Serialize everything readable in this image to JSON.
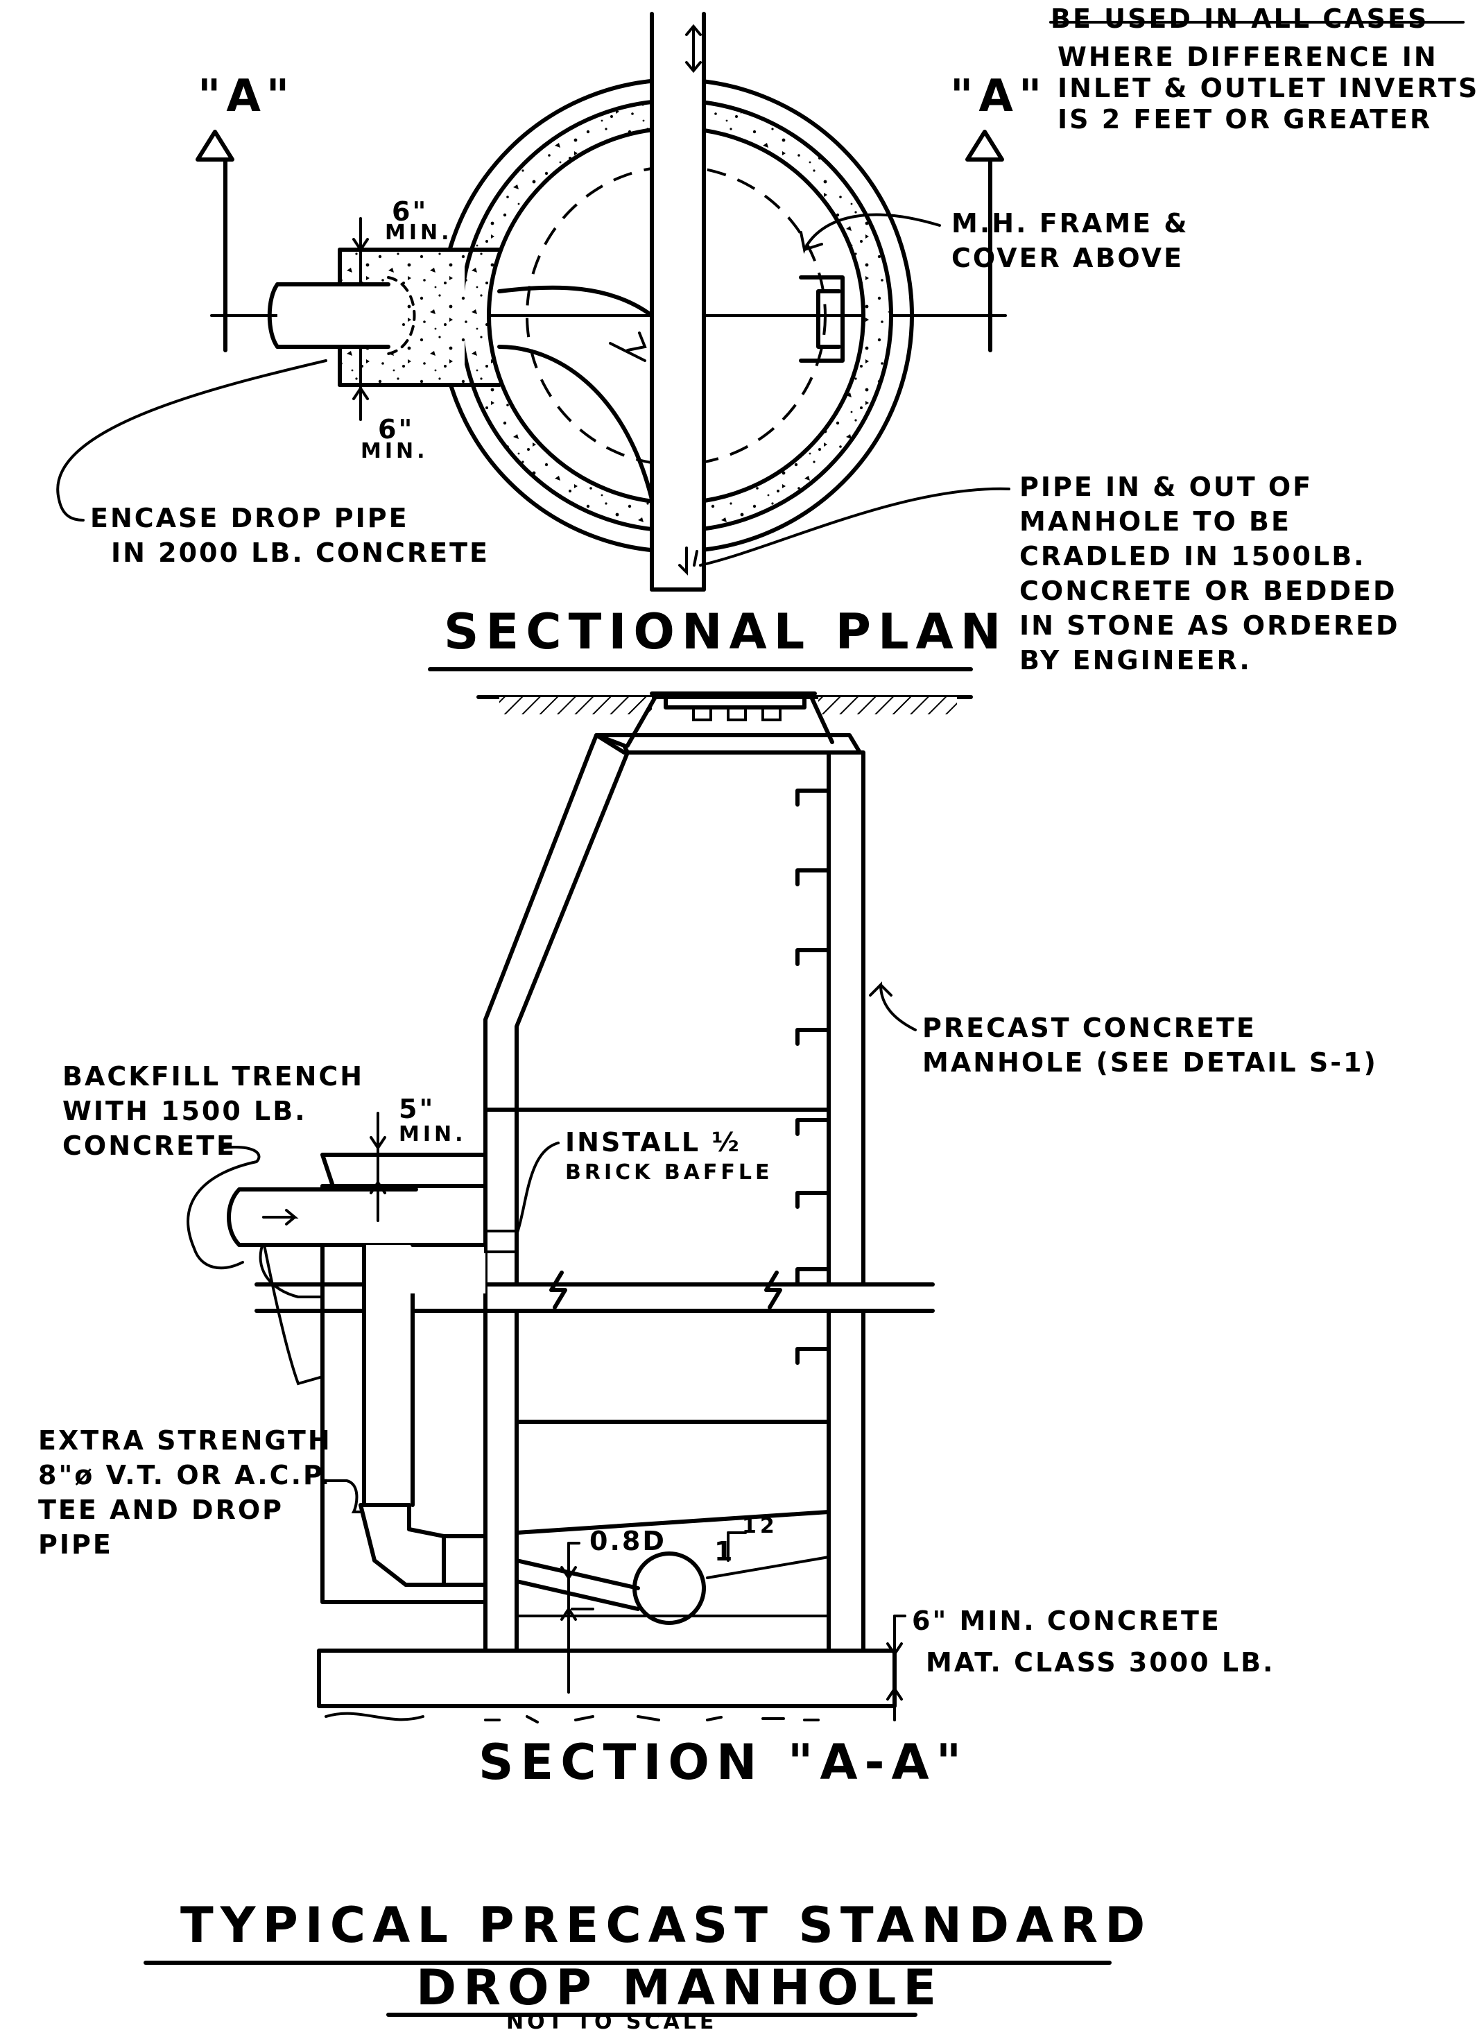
{
  "top_note": [
    "BE USED IN ALL CASES",
    "WHERE DIFFERENCE IN",
    "INLET & OUTLET INVERTS",
    "IS 2 FEET OR GREATER"
  ],
  "section_marker_left": "\"A\"",
  "section_marker_right": "\"A\"",
  "plan": {
    "min_top": [
      "6\"",
      "MIN."
    ],
    "min_bottom": [
      "6\"",
      "MIN."
    ],
    "frame_note": [
      "M.H. FRAME &",
      "COVER ABOVE"
    ],
    "encase_note": [
      "ENCASE DROP PIPE",
      "IN 2000 LB. CONCRETE"
    ],
    "pipe_note": [
      "PIPE IN & OUT OF",
      "MANHOLE TO BE",
      "CRADLED IN 1500LB.",
      "CONCRETE OR BEDDED",
      "IN STONE AS ORDERED",
      "BY ENGINEER."
    ],
    "title": "SECTIONAL PLAN"
  },
  "section": {
    "precast_note": [
      "PRECAST CONCRETE",
      "MANHOLE (SEE DETAIL S-1)"
    ],
    "backfill_note": [
      "BACKFILL TRENCH",
      "WITH 1500 LB.",
      "CONCRETE"
    ],
    "min_5": [
      "5\"",
      "MIN."
    ],
    "baffle_note": [
      "INSTALL ½",
      "BRICK BAFFLE"
    ],
    "extra_note": [
      "EXTRA STRENGTH",
      "8\"ø V.T. OR A.C.P.",
      "TEE AND DROP",
      "PIPE"
    ],
    "depth_label": "0.8D",
    "slope_label": "1",
    "slope_ratio": "12",
    "mat_note": [
      "6\" MIN. CONCRETE",
      "MAT. CLASS 3000 LB."
    ],
    "title": "SECTION \"A-A\""
  },
  "main_title": [
    "TYPICAL PRECAST STANDARD",
    "DROP MANHOLE"
  ],
  "scale_note": "NOT TO SCALE"
}
